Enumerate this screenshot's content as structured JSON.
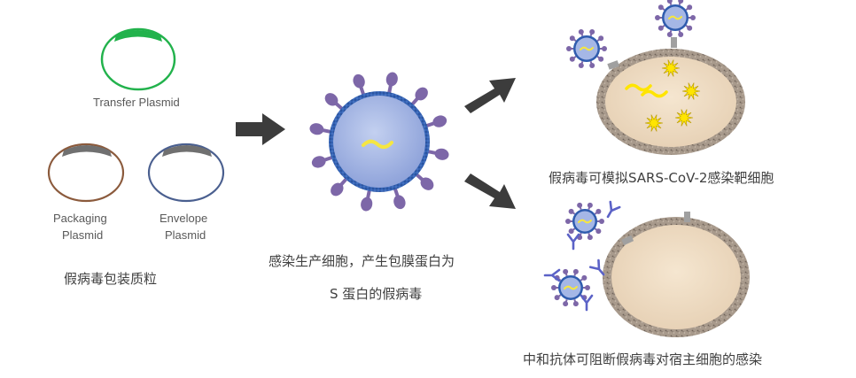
{
  "plasmids": {
    "transfer": "Transfer Plasmid",
    "packaging_line1": "Packaging",
    "packaging_line2": "Plasmid",
    "envelope_line1": "Envelope",
    "envelope_line2": "Plasmid"
  },
  "captions": {
    "plasmid_set": "假病毒包装质粒",
    "production_line1": "感染生产细胞，产生包膜蛋白为",
    "production_line2": "S 蛋白的假病毒",
    "infection": "假病毒可模拟SARS-CoV-2感染靶细胞",
    "neutralization": "中和抗体可阻断假病毒对宿主细胞的感染"
  },
  "colors": {
    "transfer_plasmid": "#22b24c",
    "packaging_plasmid": "#8b5a3c",
    "envelope_plasmid": "#4a5f8f",
    "plasmid_marker": "#707070",
    "virion_body": "#a5b7e6",
    "virion_envelope": "#2f5cae",
    "spike_protein": "#7d67a8",
    "genome_rna": "#f5e642",
    "cell_cytoplasm": "#f0dcc2",
    "cell_membrane": "#9a8c80",
    "receptor": "#a0a0a0",
    "antibody": "#5b62c7",
    "released_particles": "#ffe500",
    "arrow": "#3c3c3c"
  }
}
